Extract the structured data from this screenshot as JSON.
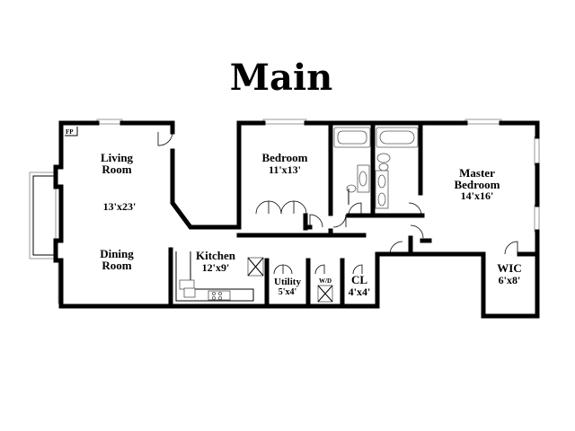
{
  "title": "Main",
  "rooms": {
    "living": {
      "line1": "Living",
      "line2": "Room"
    },
    "living_dining_size": "13'x23'",
    "dining": {
      "line1": "Dining",
      "line2": "Room"
    },
    "kitchen": {
      "name": "Kitchen",
      "size": "12'x9'"
    },
    "bedroom": {
      "name": "Bedroom",
      "size": "11'x13'"
    },
    "master": {
      "line1": "Master",
      "line2": "Bedroom",
      "size": "14'x16'"
    },
    "wic": {
      "name": "WIC",
      "size": "6'x8'"
    },
    "utility": {
      "name": "Utility",
      "size": "5'x4'"
    },
    "laundry": {
      "name": "W/D"
    },
    "closet": {
      "name": "CL",
      "size": "4'x4'"
    }
  },
  "fireplace": "FP"
}
